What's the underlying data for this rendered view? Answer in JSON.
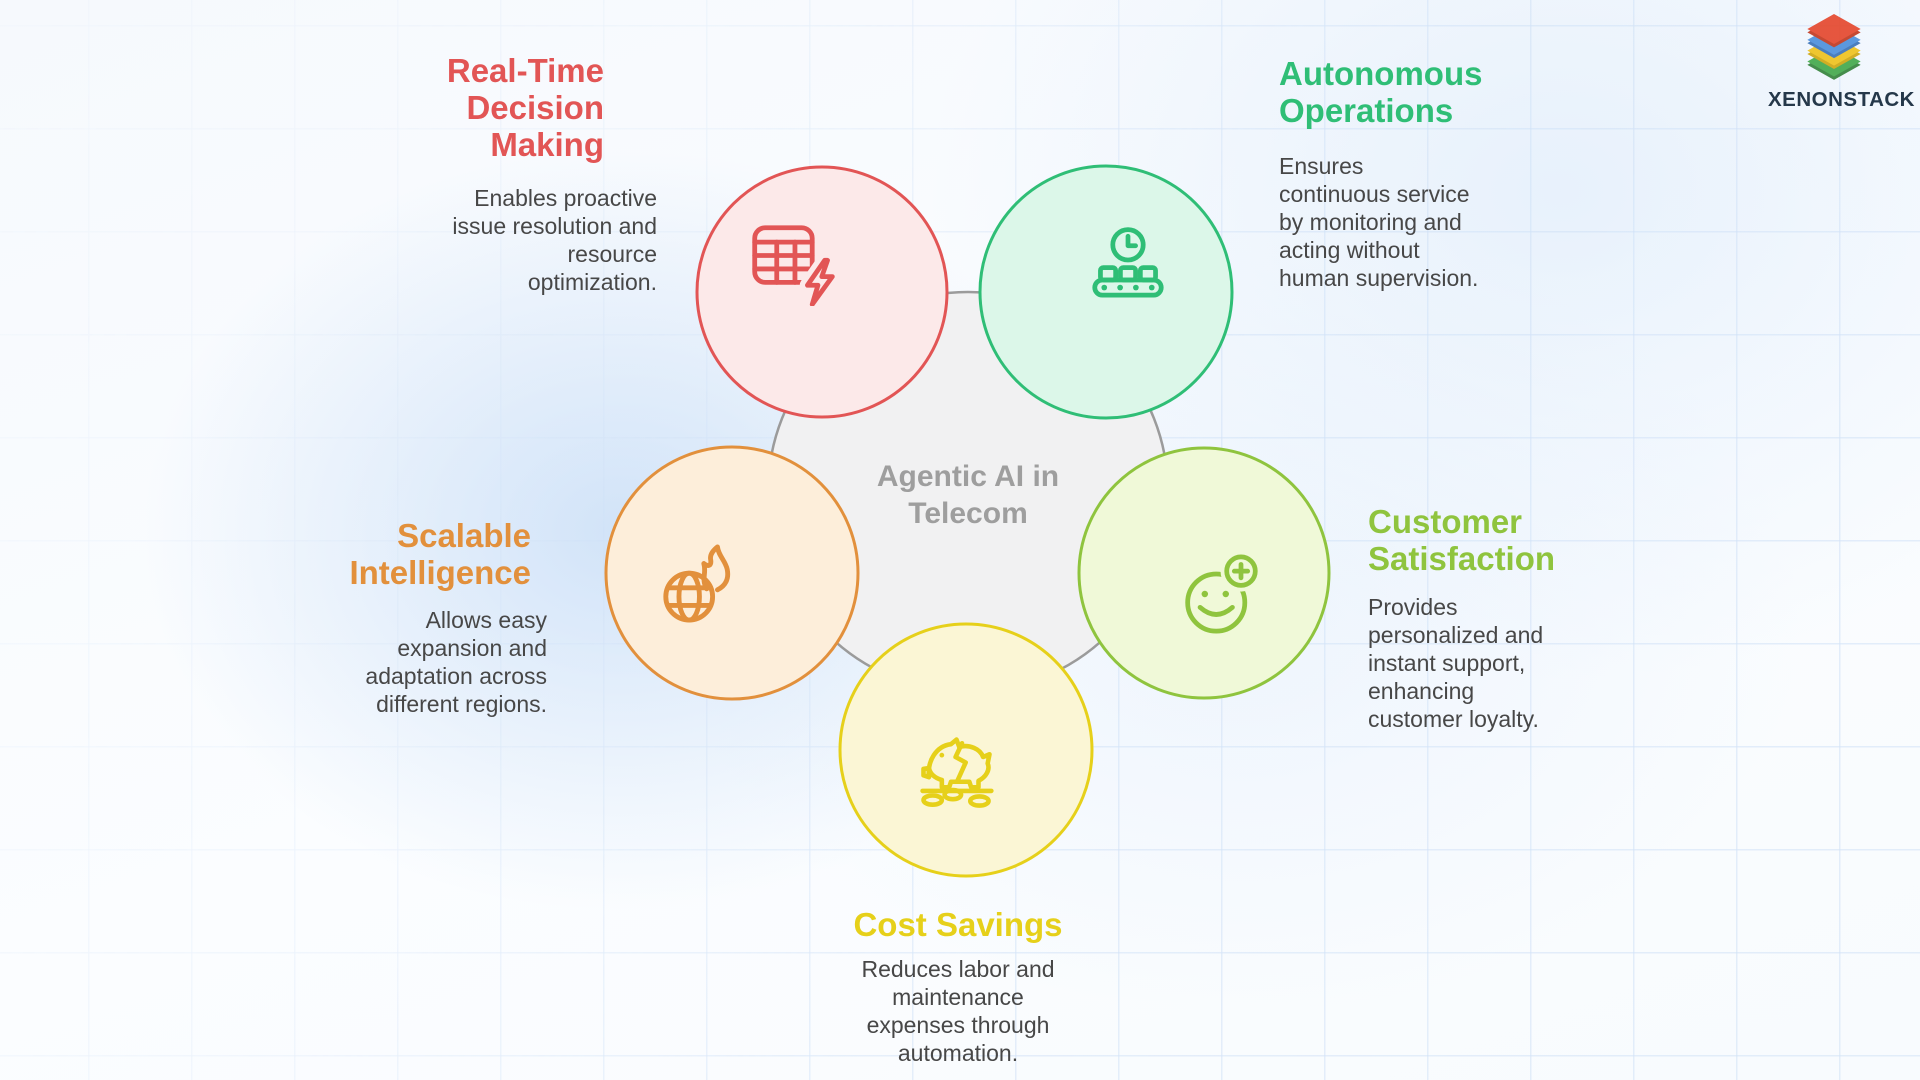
{
  "brand": {
    "name": "XENONSTACK",
    "text_color": "#25384A",
    "logo_layer_colors": {
      "red": "#E5492F",
      "blue": "#4F90DC",
      "yellow": "#EFC31F",
      "green": "#45A94D"
    }
  },
  "center": {
    "title": "Agentic AI in Telecom",
    "title_color": "#9E9E9E",
    "fill": "#F1F1F2",
    "border": "#9B9B9B"
  },
  "background": {
    "grid_color": "#CBDEF6",
    "tint_color": "#C4DBF6",
    "base_color": "#F8FBFE"
  },
  "text_color_description": "#474747",
  "nodes": [
    {
      "id": "real-time-decision-making",
      "title": "Real-Time Decision Making",
      "description": "Enables proactive issue resolution and resource optimization.",
      "color": "#E25555",
      "fill": "#FCE9E9",
      "icon": "table-lightning-icon"
    },
    {
      "id": "autonomous-operations",
      "title": "Autonomous Operations",
      "description": "Ensures continuous service by monitoring and acting without human supervision.",
      "color": "#2FBE76",
      "fill": "#DCF7E9",
      "icon": "clock-conveyor-icon"
    },
    {
      "id": "scalable-intelligence",
      "title": "Scalable Intelligence",
      "description": "Allows easy expansion and adaptation across different regions.",
      "color": "#E2903C",
      "fill": "#FDEEDA",
      "icon": "globe-flame-icon"
    },
    {
      "id": "customer-satisfaction",
      "title": "Customer Satisfaction",
      "description": "Provides personalized and instant support, enhancing customer loyalty.",
      "color": "#8FC43E",
      "fill": "#F0F9D8",
      "icon": "smiley-plus-icon"
    },
    {
      "id": "cost-savings",
      "title": "Cost Savings",
      "description": "Reduces labor and maintenance expenses through automation.",
      "color": "#E6D01A",
      "fill": "#FBF6D5",
      "icon": "piggy-bank-coins-icon"
    }
  ]
}
